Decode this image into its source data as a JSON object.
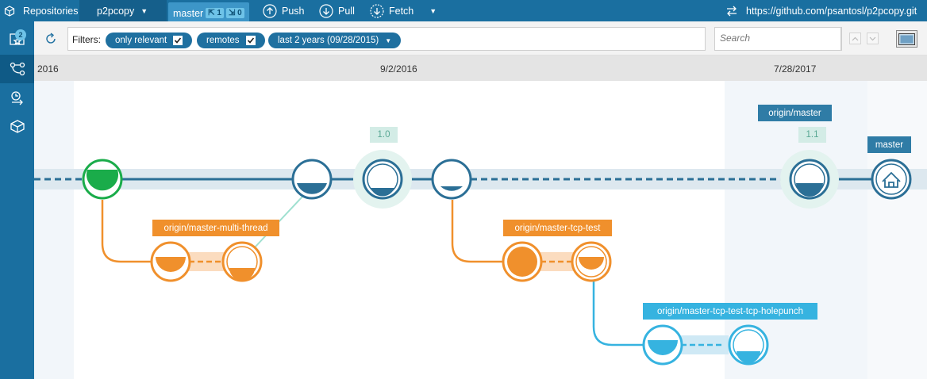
{
  "toolbar": {
    "repositories_label": "Repositories",
    "repo_name": "p2pcopy",
    "branch_name": "master",
    "ahead_count": "1",
    "behind_count": "0",
    "push_label": "Push",
    "pull_label": "Pull",
    "fetch_label": "Fetch",
    "remote_url": "https://github.com/psantosl/p2pcopy.git"
  },
  "sidebar": {
    "items": [
      {
        "name": "changes",
        "badge": "2"
      },
      {
        "name": "branch-explorer"
      },
      {
        "name": "history"
      },
      {
        "name": "packages"
      }
    ]
  },
  "filters": {
    "label": "Filters:",
    "pills": [
      {
        "label": "only relevant",
        "checked": true
      },
      {
        "label": "remotes",
        "checked": true
      },
      {
        "label": "last 2 years (09/28/2015)"
      }
    ],
    "search_placeholder": "Search"
  },
  "timeline": {
    "dates": [
      "2016",
      "9/2/2016",
      "7/28/2017"
    ]
  },
  "graph": {
    "labels": {
      "multi_thread": "origin/master-multi-thread",
      "tcp_test": "origin/master-tcp-test",
      "holepunch": "origin/master-tcp-test-tcp-holepunch",
      "origin_master": "origin/master",
      "master": "master",
      "tag_1_0": "1.0",
      "tag_1_1": "1.1"
    },
    "colors": {
      "main": "#2b6f96",
      "green": "#1aac4a",
      "orange": "#f0902c",
      "cyan": "#36b3e0",
      "tag": "#d3ece6"
    }
  }
}
